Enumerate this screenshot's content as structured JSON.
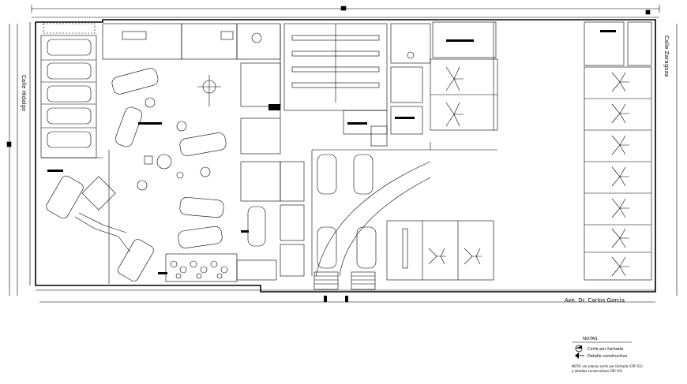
{
  "streets": {
    "left": "Calle Hidalgo",
    "right": "Calle Zaragoza",
    "bottom": "Ave. Dr. Carlos Garcia"
  },
  "notes": {
    "title": "NOTAS",
    "items": [
      {
        "icon": "section-marker-icon",
        "label": "Corte por fachada"
      },
      {
        "icon": "detail-marker-icon",
        "label": "Detalle constructivo"
      }
    ],
    "footnote_1": "NOTA: ver planos corte por fachada (CPF-01)",
    "footnote_2": "y detalles constructivos (DC-01)"
  },
  "colors": {
    "lines": "#000000",
    "background": "#ffffff"
  }
}
